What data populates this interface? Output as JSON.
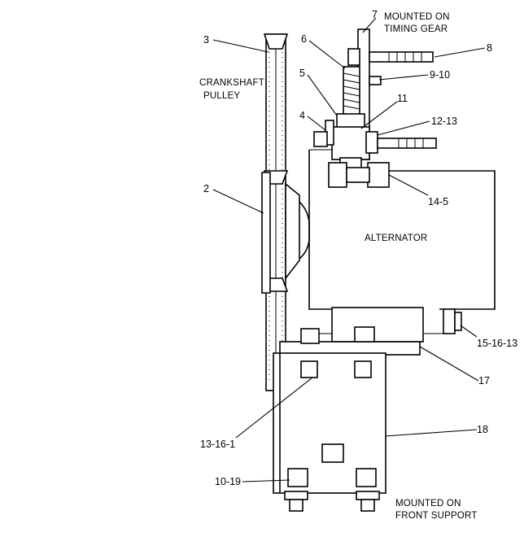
{
  "captions": {
    "timing_gear_line1": "MOUNTED ON",
    "timing_gear_line2": "TIMING GEAR",
    "crankshaft_line1": "CRANKSHAFT",
    "crankshaft_line2": "PULLEY",
    "alternator": "ALTERNATOR",
    "front_support_line1": "MOUNTED ON",
    "front_support_line2": "FRONT SUPPORT"
  },
  "callouts": {
    "c2": "2",
    "c3": "3",
    "c4": "4",
    "c5": "5",
    "c6": "6",
    "c7": "7",
    "c8": "8",
    "c9_10": "9-10",
    "c11": "11",
    "c12_13": "12-13",
    "c14_5": "14-5",
    "c15_16_13": "15-16-13",
    "c17": "17",
    "c18": "18",
    "c13_16_1": "13-16-1",
    "c10_19": "10-19"
  }
}
